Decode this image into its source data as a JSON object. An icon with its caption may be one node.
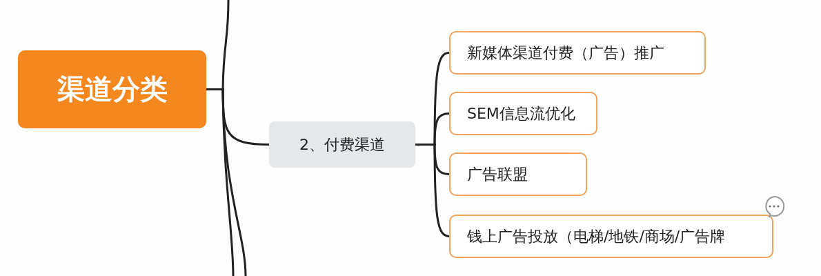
{
  "diagram": {
    "nodes": [
      {
        "text": [
          "渠道分类"
        ]
      },
      {
        "text": [
          "2、付费渠道"
        ]
      },
      {
        "text": [
          "新媒体渠道付费（广告）推广"
        ]
      },
      {
        "text": [
          "SEM信息流优化"
        ]
      },
      {
        "text": [
          "广告联盟"
        ]
      },
      {
        "text": [
          "钱上广告投放（电梯/地铁/商场/广告牌"
        ]
      }
    ],
    "edges": [
      {
        "from": 0,
        "to": 1,
        "arrow": "none"
      },
      {
        "from": 0,
        "to": null,
        "arrow": "none"
      },
      {
        "from": 0,
        "to": null,
        "arrow": "none"
      },
      {
        "from": 0,
        "to": null,
        "arrow": "none"
      },
      {
        "from": 1,
        "to": 2,
        "arrow": "none"
      },
      {
        "from": 1,
        "to": 3,
        "arrow": "none"
      },
      {
        "from": 1,
        "to": 4,
        "arrow": "none"
      },
      {
        "from": 1,
        "to": 5,
        "arrow": "none"
      }
    ]
  }
}
